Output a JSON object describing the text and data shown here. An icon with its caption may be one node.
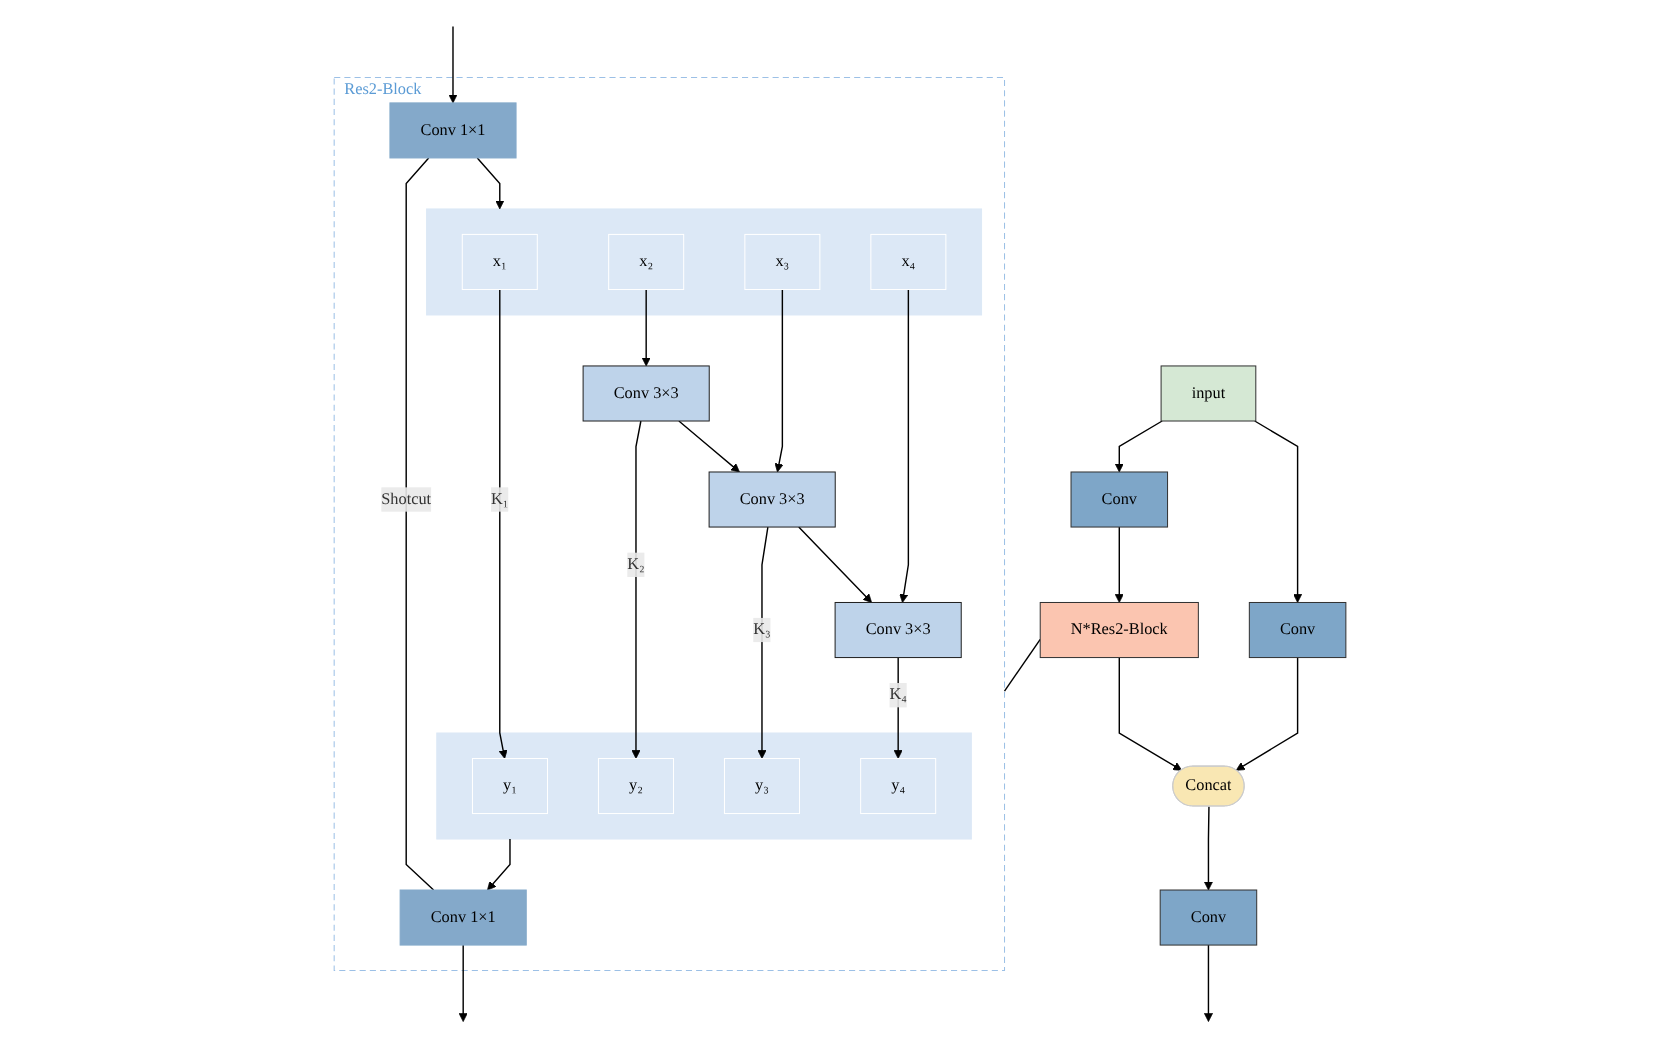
{
  "diagram": {
    "nodes": [
      {
        "text": [
          "input"
        ]
      },
      {
        "text": [
          "Conv"
        ]
      },
      {
        "text": [
          "Conv"
        ]
      },
      {
        "text": [
          "N*Res2-Block"
        ]
      },
      {
        "text": [
          "Concat"
        ]
      },
      {
        "text": [
          "Conv"
        ]
      },
      {
        "text": [
          "Res2-Block"
        ]
      },
      {
        "text": [
          "Conv 1×1"
        ],
        "in": 6
      },
      {
        "text": [],
        "shape": "bar",
        "in": 6
      },
      {
        "text": [
          "x₁"
        ],
        "in": 8
      },
      {
        "text": [
          "x₂"
        ],
        "in": 8
      },
      {
        "text": [
          "x₃"
        ],
        "in": 8
      },
      {
        "text": [
          "x₄"
        ],
        "in": 8
      },
      {
        "text": [
          "Conv 3×3"
        ],
        "in": 6
      },
      {
        "text": [
          "Conv 3×3"
        ],
        "in": 6
      },
      {
        "text": [
          "Conv 3×3"
        ],
        "in": 6
      },
      {
        "text": [],
        "shape": "bar",
        "in": 6
      },
      {
        "text": [
          "y₁"
        ],
        "in": 16
      },
      {
        "text": [
          "y₂"
        ],
        "in": 16
      },
      {
        "text": [
          "y₃"
        ],
        "in": 16
      },
      {
        "text": [
          "y₄"
        ],
        "in": 16
      },
      {
        "text": [
          "Conv 1×1"
        ],
        "in": 6
      }
    ],
    "edges": [
      {
        "from": 0,
        "to": 1,
        "arrow": "to"
      },
      {
        "from": 0,
        "to": 2,
        "arrow": "to"
      },
      {
        "from": 1,
        "to": 3,
        "arrow": "to"
      },
      {
        "from": 3,
        "to": 4,
        "arrow": "to"
      },
      {
        "from": 2,
        "to": 4,
        "arrow": "to"
      },
      {
        "from": 4,
        "to": 5,
        "arrow": "to"
      },
      {
        "from": 5,
        "to": null,
        "arrow": "to"
      },
      {
        "from": 3,
        "to": 6,
        "arrow": "none"
      },
      {
        "from": null,
        "to": 7,
        "arrow": "to"
      },
      {
        "from": 7,
        "to": 8,
        "arrow": "to"
      },
      {
        "from": 9,
        "to": 17,
        "label": "K₁",
        "arrow": "to"
      },
      {
        "from": 10,
        "to": 13,
        "arrow": "to"
      },
      {
        "from": 13,
        "to": 18,
        "label": "K₂",
        "arrow": "to"
      },
      {
        "from": 13,
        "to": 14,
        "arrow": "to"
      },
      {
        "from": 11,
        "to": 14,
        "arrow": "to"
      },
      {
        "from": 14,
        "to": 19,
        "label": "K₃",
        "arrow": "to"
      },
      {
        "from": 14,
        "to": 15,
        "arrow": "to"
      },
      {
        "from": 12,
        "to": 15,
        "arrow": "to"
      },
      {
        "from": 15,
        "to": 20,
        "label": "K₄",
        "arrow": "to"
      },
      {
        "from": 16,
        "to": 21,
        "arrow": "to"
      },
      {
        "from": 21,
        "to": null,
        "arrow": "to"
      },
      {
        "from": 7,
        "to": 21,
        "label": "Shotcut",
        "arrow": "none"
      }
    ]
  }
}
